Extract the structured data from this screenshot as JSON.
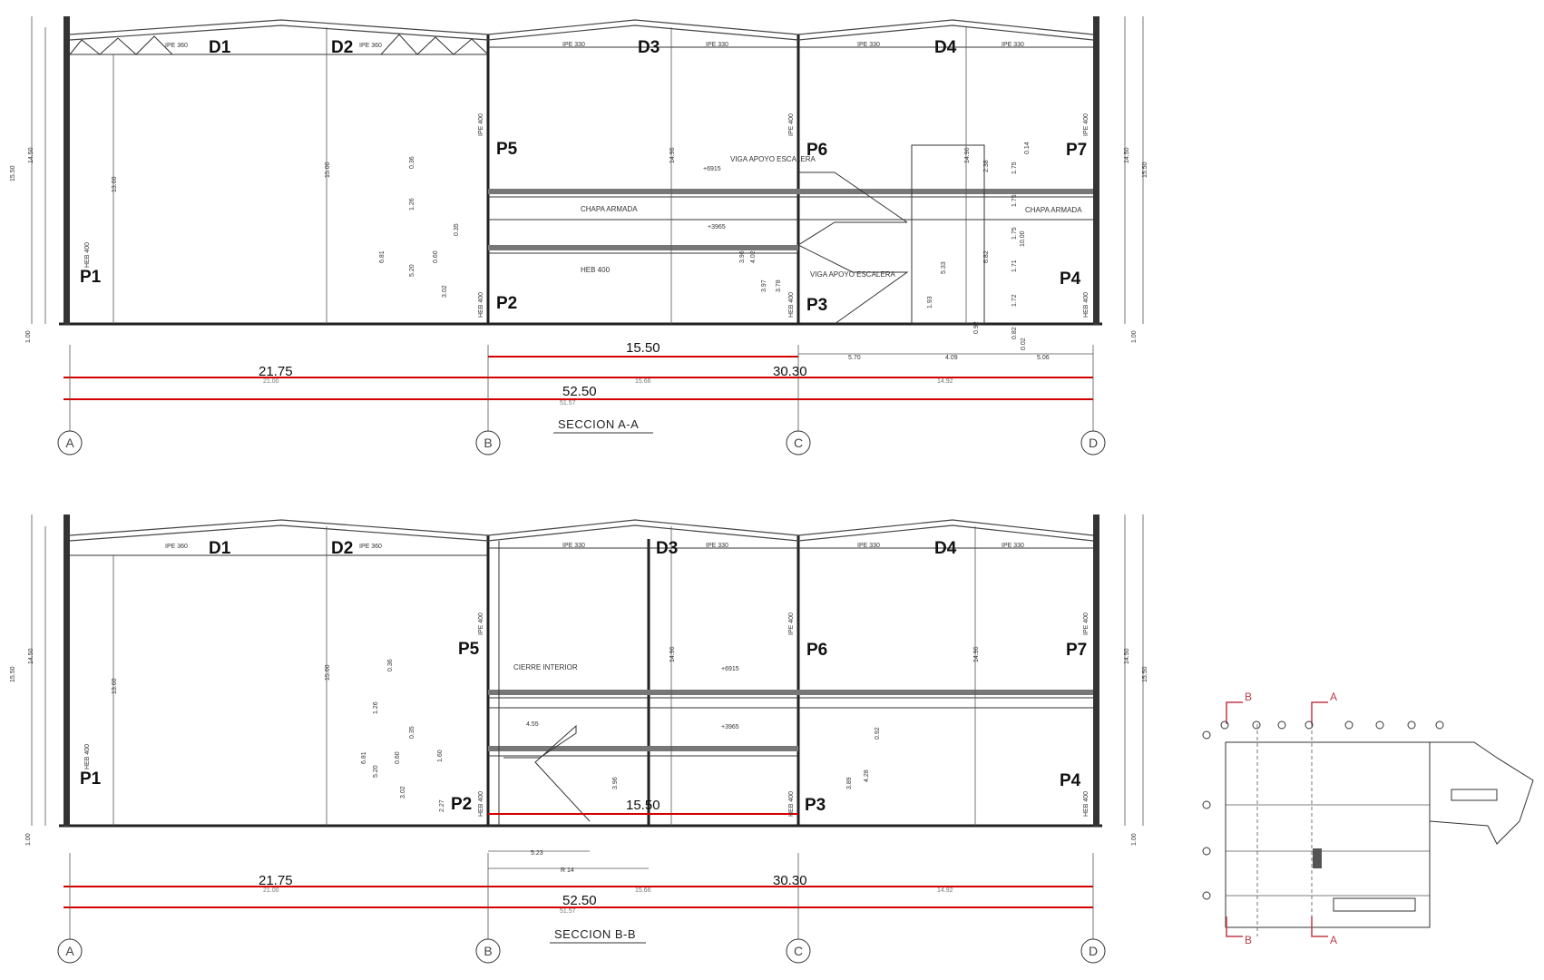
{
  "section_a": {
    "title": "SECCION A-A",
    "zones": [
      "D1",
      "D2",
      "D3",
      "D4"
    ],
    "pillars": [
      "P1",
      "P2",
      "P3",
      "P4",
      "P5",
      "P6",
      "P7"
    ],
    "axes": [
      "A",
      "B",
      "C",
      "D"
    ],
    "profiles": [
      "IPE 360",
      "IPE 360",
      "IPE 330",
      "IPE 330",
      "IPE 330",
      "IPE 330"
    ],
    "column_profiles": [
      "HEB 400",
      "IPE 400",
      "IPE 400",
      "IPE 400",
      "HEB 400",
      "HEB 400",
      "HEB 400"
    ],
    "notes": [
      "CHAPA ARMADA",
      "CHAPA ARMADA",
      "HEB 400",
      "VIGA APOYO ESCALERA",
      "VIGA APOYO ESCALERA",
      "+6915",
      "+3965"
    ],
    "red_dims": [
      "15.50",
      "21.75",
      "30.30",
      "52.50"
    ],
    "faint_dims": [
      "21.00",
      "15.66",
      "14.92",
      "51.57"
    ],
    "bottom_dims": [
      "5.70",
      "4.09",
      "5.06"
    ],
    "vertical_dims": [
      "15.50",
      "14.50",
      "13.60",
      "15.00",
      "14.96",
      "14.96",
      "14.50",
      "15.50",
      "1.00",
      "1.00"
    ],
    "level_dims": [
      "6.81",
      "0.36",
      "1.26",
      "5.20",
      "0.35",
      "0.60",
      "3.02",
      "3.97",
      "3.78",
      "3.96",
      "4.02",
      "5.33",
      "1.93",
      "0.92",
      "6.82",
      "2.38",
      "10.00",
      "0.14",
      "1.75",
      "1.75",
      "1.75",
      "1.71",
      "1.72",
      "0.82",
      "0.02"
    ]
  },
  "section_b": {
    "title": "SECCION B-B",
    "zones": [
      "D1",
      "D2",
      "D3",
      "D4"
    ],
    "pillars": [
      "P1",
      "P2",
      "P3",
      "P4",
      "P5",
      "P6",
      "P7"
    ],
    "axes": [
      "A",
      "B",
      "C",
      "D"
    ],
    "profiles": [
      "IPE 360",
      "IPE 360",
      "IPE 330",
      "IPE 330",
      "IPE 330",
      "IPE 330"
    ],
    "column_profiles": [
      "HEB 400",
      "IPE 400",
      "IPE 400",
      "IPE 400",
      "HEB 400",
      "HEB 400",
      "HEB 400"
    ],
    "notes": [
      "CIERRE INTERIOR",
      "+6915",
      "+3965"
    ],
    "red_dims": [
      "15.50",
      "21.75",
      "30.30",
      "52.50"
    ],
    "faint_dims": [
      "21.00",
      "15.66",
      "14.92",
      "51.57"
    ],
    "bottom_dims": [
      "5.23",
      "R 14",
      "4.55"
    ],
    "vertical_dims": [
      "15.50",
      "14.50",
      "13.60",
      "15.00",
      "14.96",
      "14.96",
      "14.50",
      "15.50",
      "1.00",
      "1.00"
    ],
    "level_dims": [
      "6.81",
      "0.36",
      "1.26",
      "5.20",
      "0.35",
      "0.60",
      "3.02",
      "1.60",
      "2.27",
      "3.96",
      "3.89",
      "4.28",
      "0.92"
    ]
  },
  "key_plan": {
    "cut_labels": [
      "B",
      "A",
      "B",
      "A"
    ]
  },
  "colors": {
    "dimension_red": "#d40000",
    "line": "#222222",
    "cut_marker": "#c03a4a"
  }
}
